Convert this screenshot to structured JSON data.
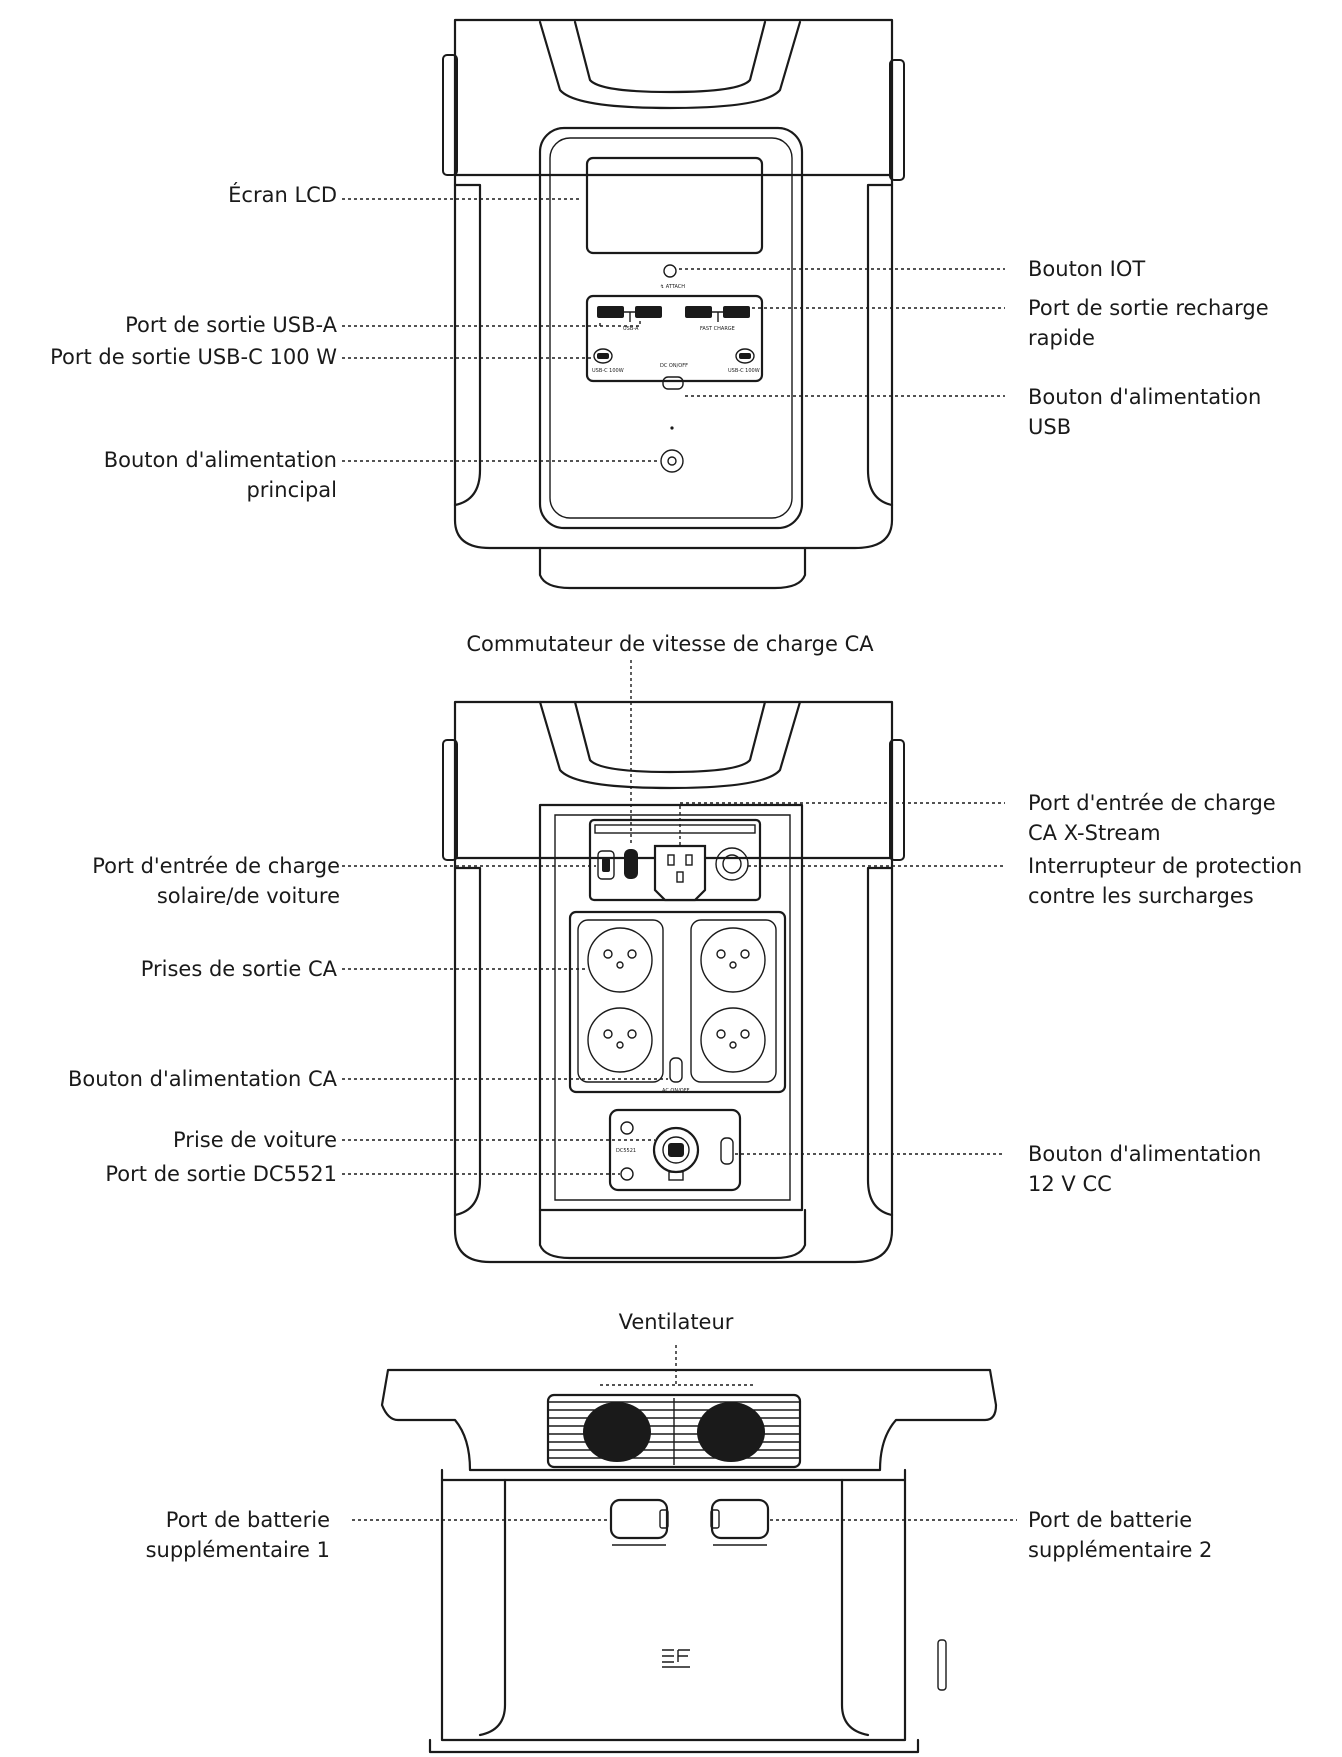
{
  "front_view": {
    "labels": {
      "lcd": "Écran LCD",
      "usb_a": "Port de sortie USB-A",
      "usb_c": "Port de sortie USB-C 100 W",
      "main_power_1": "Bouton d'alimentation",
      "main_power_2": "principal",
      "iot": "Bouton IOT",
      "fast_charge_1": "Port de sortie recharge",
      "fast_charge_2": "rapide",
      "usb_power_1": "Bouton d'alimentation",
      "usb_power_2": "USB"
    }
  },
  "back_view": {
    "labels": {
      "ac_speed_switch": "Commutateur de vitesse de charge CA",
      "solar_car_1": "Port d'entrée de charge",
      "solar_car_2": "solaire/de voiture",
      "ac_outlets": "Prises de sortie CA",
      "ac_power": "Bouton d'alimentation CA",
      "car_outlet": "Prise de voiture",
      "dc5521": "Port de sortie DC5521",
      "xstream_1": "Port d'entrée de charge",
      "xstream_2": "CA X-Stream",
      "overload_1": "Interrupteur de protection",
      "overload_2": "contre les surcharges",
      "dc_power_1": "Bouton d'alimentation",
      "dc_power_2": "12 V CC"
    }
  },
  "side_view": {
    "labels": {
      "fan": "Ventilateur",
      "battery1_1": "Port de batterie",
      "battery1_2": "supplémentaire 1",
      "battery2_1": "Port de batterie",
      "battery2_2": "supplémentaire 2"
    }
  }
}
